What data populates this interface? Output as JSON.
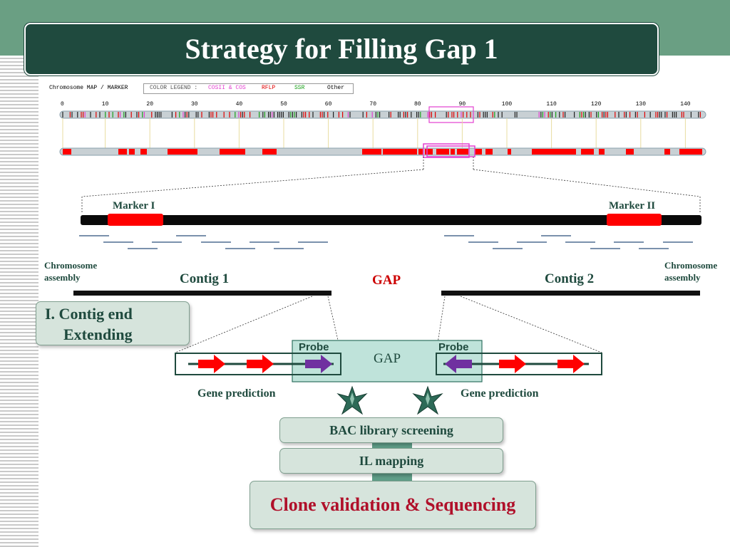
{
  "slide": {
    "title": "Strategy for Filling Gap 1"
  },
  "map": {
    "header": "Chromosome MAP / MARKER",
    "legend_prefix": "COLOR LEGEND :",
    "legend_items": [
      {
        "label": "COSII & COS",
        "color": "#e33fd0"
      },
      {
        "label": "RFLP",
        "color": "#e00000"
      },
      {
        "label": "SSR",
        "color": "#1aa01a"
      },
      {
        "label": "Other",
        "color": "#000000"
      }
    ],
    "ticks": [
      "0",
      "10",
      "20",
      "30",
      "40",
      "50",
      "60",
      "70",
      "80",
      "90",
      "100",
      "110",
      "120",
      "130",
      "140"
    ]
  },
  "markers": {
    "left": "Marker I",
    "right": "Marker II"
  },
  "assembly": {
    "left": [
      "Chromosome",
      "assembly"
    ],
    "right": [
      "Chromosome",
      "assembly"
    ],
    "contig1": "Contig 1",
    "contig2": "Contig 2",
    "gap": "GAP"
  },
  "steps": {
    "contig_end": [
      "I. Contig end",
      "Extending"
    ],
    "probe_left": "Probe",
    "probe_right": "Probe",
    "gap_center": "GAP",
    "gene_pred_left": "Gene prediction",
    "gene_pred_right": "Gene prediction",
    "bac": "BAC library screening",
    "il": "IL mapping",
    "clone": "Clone validation & Sequencing"
  },
  "colors": {
    "accent_red": "#cc0000",
    "dark_green": "#1f4a3e",
    "purple": "#7030a0"
  }
}
